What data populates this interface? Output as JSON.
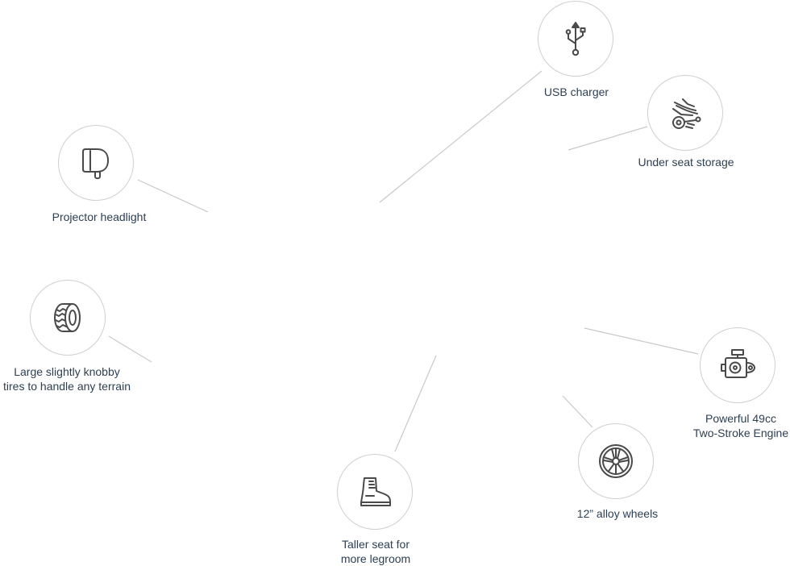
{
  "features": {
    "usb": {
      "label": "USB charger",
      "icon": "usb-icon"
    },
    "storage": {
      "label": "Under seat storage",
      "icon": "scooter-storage-icon"
    },
    "headlight": {
      "label": "Projector headlight",
      "icon": "headlight-icon"
    },
    "tire": {
      "label": "Large slightly knobby\ntires to handle any terrain",
      "icon": "tire-icon"
    },
    "engine": {
      "label": "Powerful 49cc\nTwo-Stroke Engine",
      "icon": "engine-icon"
    },
    "wheels": {
      "label": "12” alloy wheels",
      "icon": "alloy-wheel-icon"
    },
    "seat": {
      "label": "Taller seat for\nmore legroom",
      "icon": "boot-icon"
    }
  },
  "colors": {
    "text": "#2d3f52",
    "line": "#c9c9c9",
    "circle_border": "#cfcfcf",
    "icon": "#4a4a4a"
  }
}
